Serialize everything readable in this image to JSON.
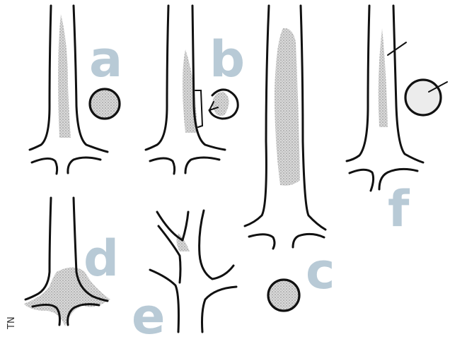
{
  "panels": [
    {
      "id": "a",
      "label": "a"
    },
    {
      "id": "b",
      "label": "b"
    },
    {
      "id": "c",
      "label": "c"
    },
    {
      "id": "d",
      "label": "d"
    },
    {
      "id": "e",
      "label": "e"
    },
    {
      "id": "f",
      "label": "f"
    }
  ],
  "credit": "TN",
  "colors": {
    "letter": "#b8cad6",
    "line": "#111111",
    "shading": "#9a9a9a"
  }
}
